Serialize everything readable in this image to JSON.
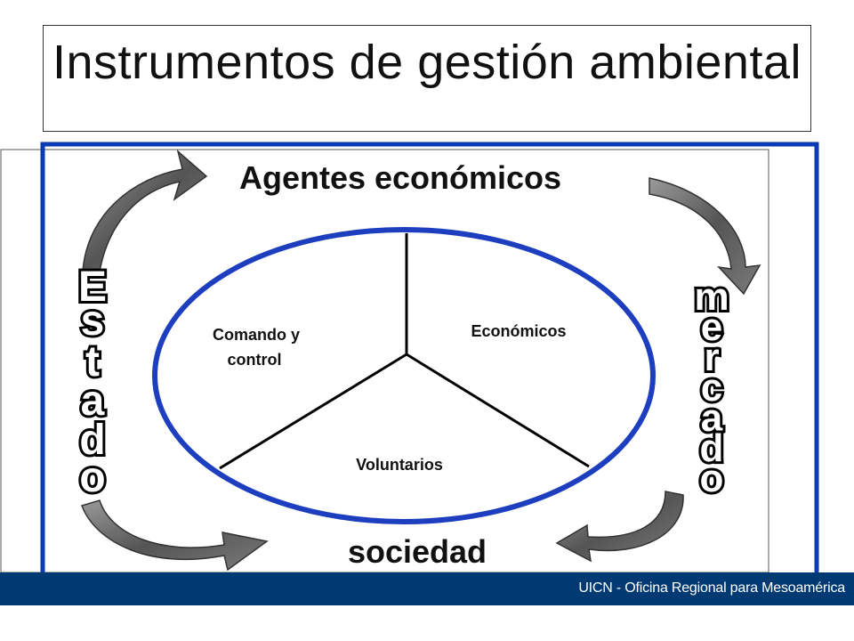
{
  "title": "Instrumentos de gestión ambiental",
  "diagram": {
    "top_label": "Agentes económicos",
    "bottom_label": "sociedad",
    "sectors": {
      "left_line1": "Comando y",
      "left_line2": "control",
      "right": "Económicos",
      "bottom": "Voluntarios"
    },
    "left_letters": [
      "E",
      "s",
      "t",
      "a",
      "d",
      "o"
    ],
    "right_letters": [
      "m",
      "e",
      "r",
      "c",
      "a",
      "d",
      "o"
    ]
  },
  "colors": {
    "panel_border": "#0a3bb5",
    "ellipse": "#1d3fbf",
    "arrow_fill": "#6b6b6b",
    "footer": "#013a73"
  },
  "footer": {
    "credit": "UICN - Oficina Regional para Mesoamérica"
  }
}
